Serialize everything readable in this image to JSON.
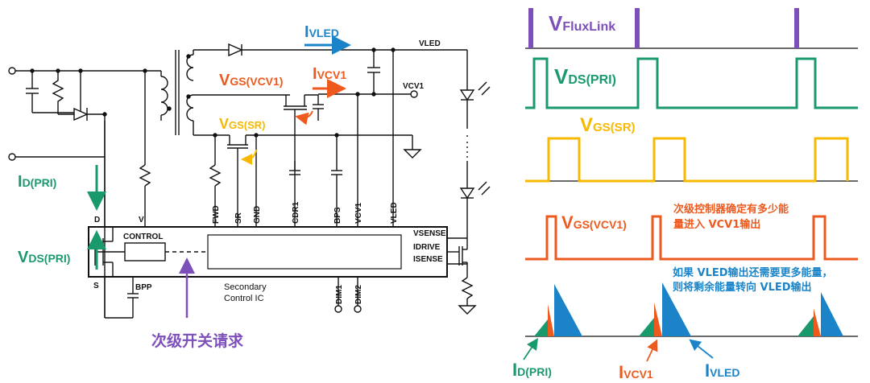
{
  "schematic": {
    "labels": {
      "vled_node": "VLED",
      "vcv1_node": "VCV1",
      "control": "CONTROL",
      "bpp": "BPP",
      "pin_d": "D",
      "pin_v": "V",
      "pin_s": "S",
      "fwd": "FWD",
      "sr": "SR",
      "gnd": "GND",
      "cdr1": "CDR1",
      "bps": "BPS",
      "vcv1_pin": "VCV1",
      "vled_pin": "VLED",
      "vsense": "VSENSE",
      "idrive": "IDRIVE",
      "isense": "ISENSE",
      "dim1": "DIM1",
      "dim2": "DIM2",
      "ic_line1": "Secondary",
      "ic_line2": "Control IC"
    },
    "annotations": {
      "i_vled": {
        "main": "I",
        "sub": "VLED"
      },
      "i_vcv1": {
        "main": "I",
        "sub": "VCV1"
      },
      "vgs_vcv1": {
        "main": "V",
        "sub": "GS(VCV1)"
      },
      "vgs_sr": {
        "main": "V",
        "sub": "GS(SR)"
      },
      "id_pri": {
        "main": "I",
        "sub": "D(PRI)"
      },
      "vds_pri": {
        "main": "V",
        "sub": "DS(PRI)"
      },
      "request": "次级开关请求"
    }
  },
  "waveforms": {
    "fluxlink": {
      "main": "V",
      "sub": "FluxLink"
    },
    "vds_pri": {
      "main": "V",
      "sub": "DS(PRI)"
    },
    "vgs_sr": {
      "main": "V",
      "sub": "GS(SR)"
    },
    "vgs_vcv1": {
      "main": "V",
      "sub": "GS(VCV1)"
    },
    "note_red_1": "次级控制器确定有多少能",
    "note_red_2": "量进入 VCV1输出",
    "note_blue_1": "如果 VLED输出还需要更多能量，",
    "note_blue_2": "则将剩余能量转向 VLED输出",
    "bottom": {
      "id_pri": {
        "main": "I",
        "sub": "D(PRI)"
      },
      "ivcv1": {
        "main": "I",
        "sub": "VCV1"
      },
      "ivled": {
        "main": "I",
        "sub": "VLED"
      }
    }
  },
  "colors": {
    "green": "#1a9a6c",
    "orange": "#ee5a1e",
    "yellow": "#f7b800",
    "purple": "#7c4fb9",
    "blue": "#1b84c8"
  }
}
